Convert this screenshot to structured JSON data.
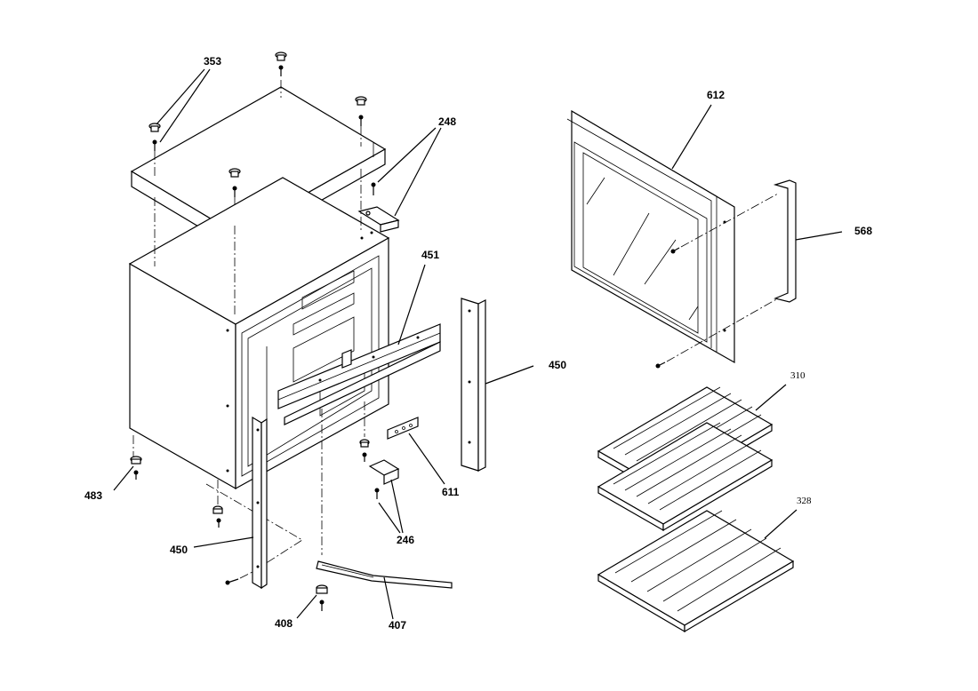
{
  "labels": {
    "cover_screws": "353",
    "hinge_top": "248",
    "door_assembly": "612",
    "handle": "568",
    "crossbar": "451",
    "side_strip_right": "450",
    "side_strip_left": "450",
    "shelf_upper": "310",
    "shelf_lower": "328",
    "foot": "483",
    "hinge_bottom": "246",
    "plate": "611",
    "leveling_foot": "408",
    "wrench": "407"
  }
}
